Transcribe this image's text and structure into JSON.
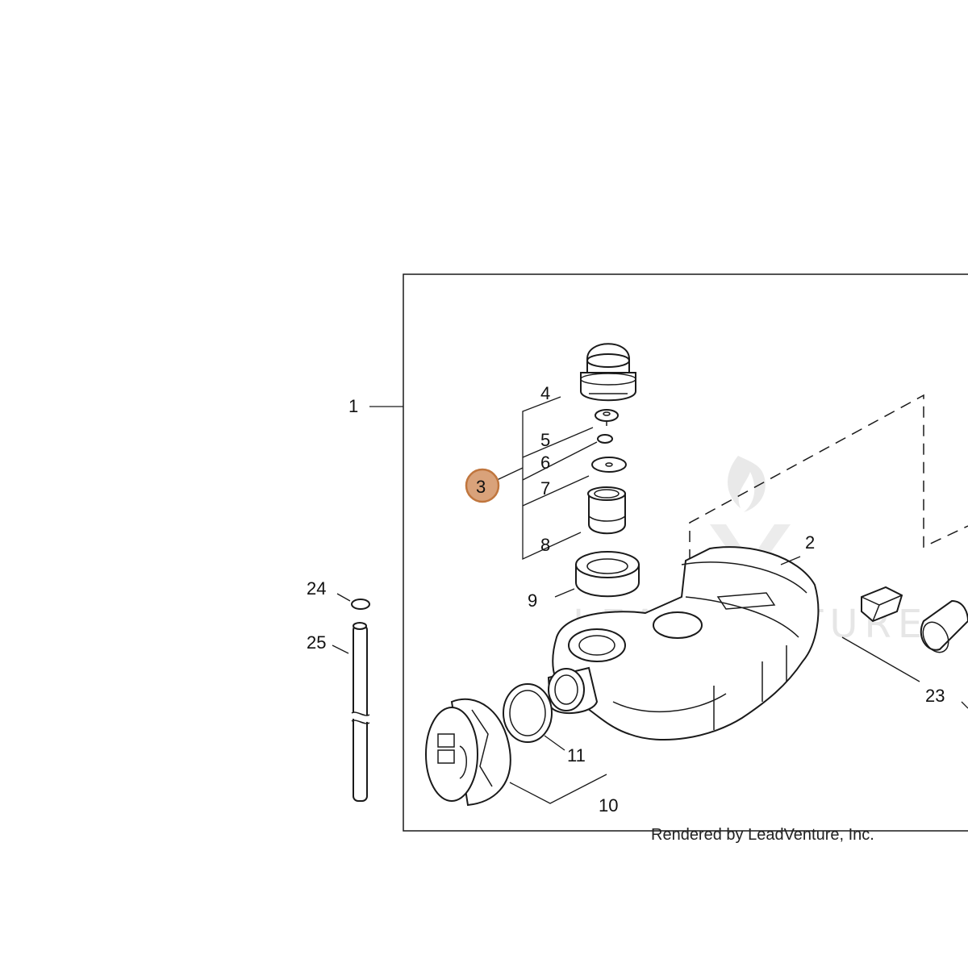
{
  "diagram": {
    "credit": "Rendered by LeadVenture, Inc.",
    "watermark": "LEADVENTURE",
    "highlight_color": "#d9a27a",
    "highlight_stroke": "#c0763e",
    "callouts": {
      "c1": "1",
      "c2": "2",
      "c3": "3",
      "c4": "4",
      "c5": "5",
      "c6": "6",
      "c7": "7",
      "c8": "8",
      "c9": "9",
      "c10": "10",
      "c11": "11",
      "c23": "23",
      "c24": "24",
      "c25": "25"
    }
  }
}
